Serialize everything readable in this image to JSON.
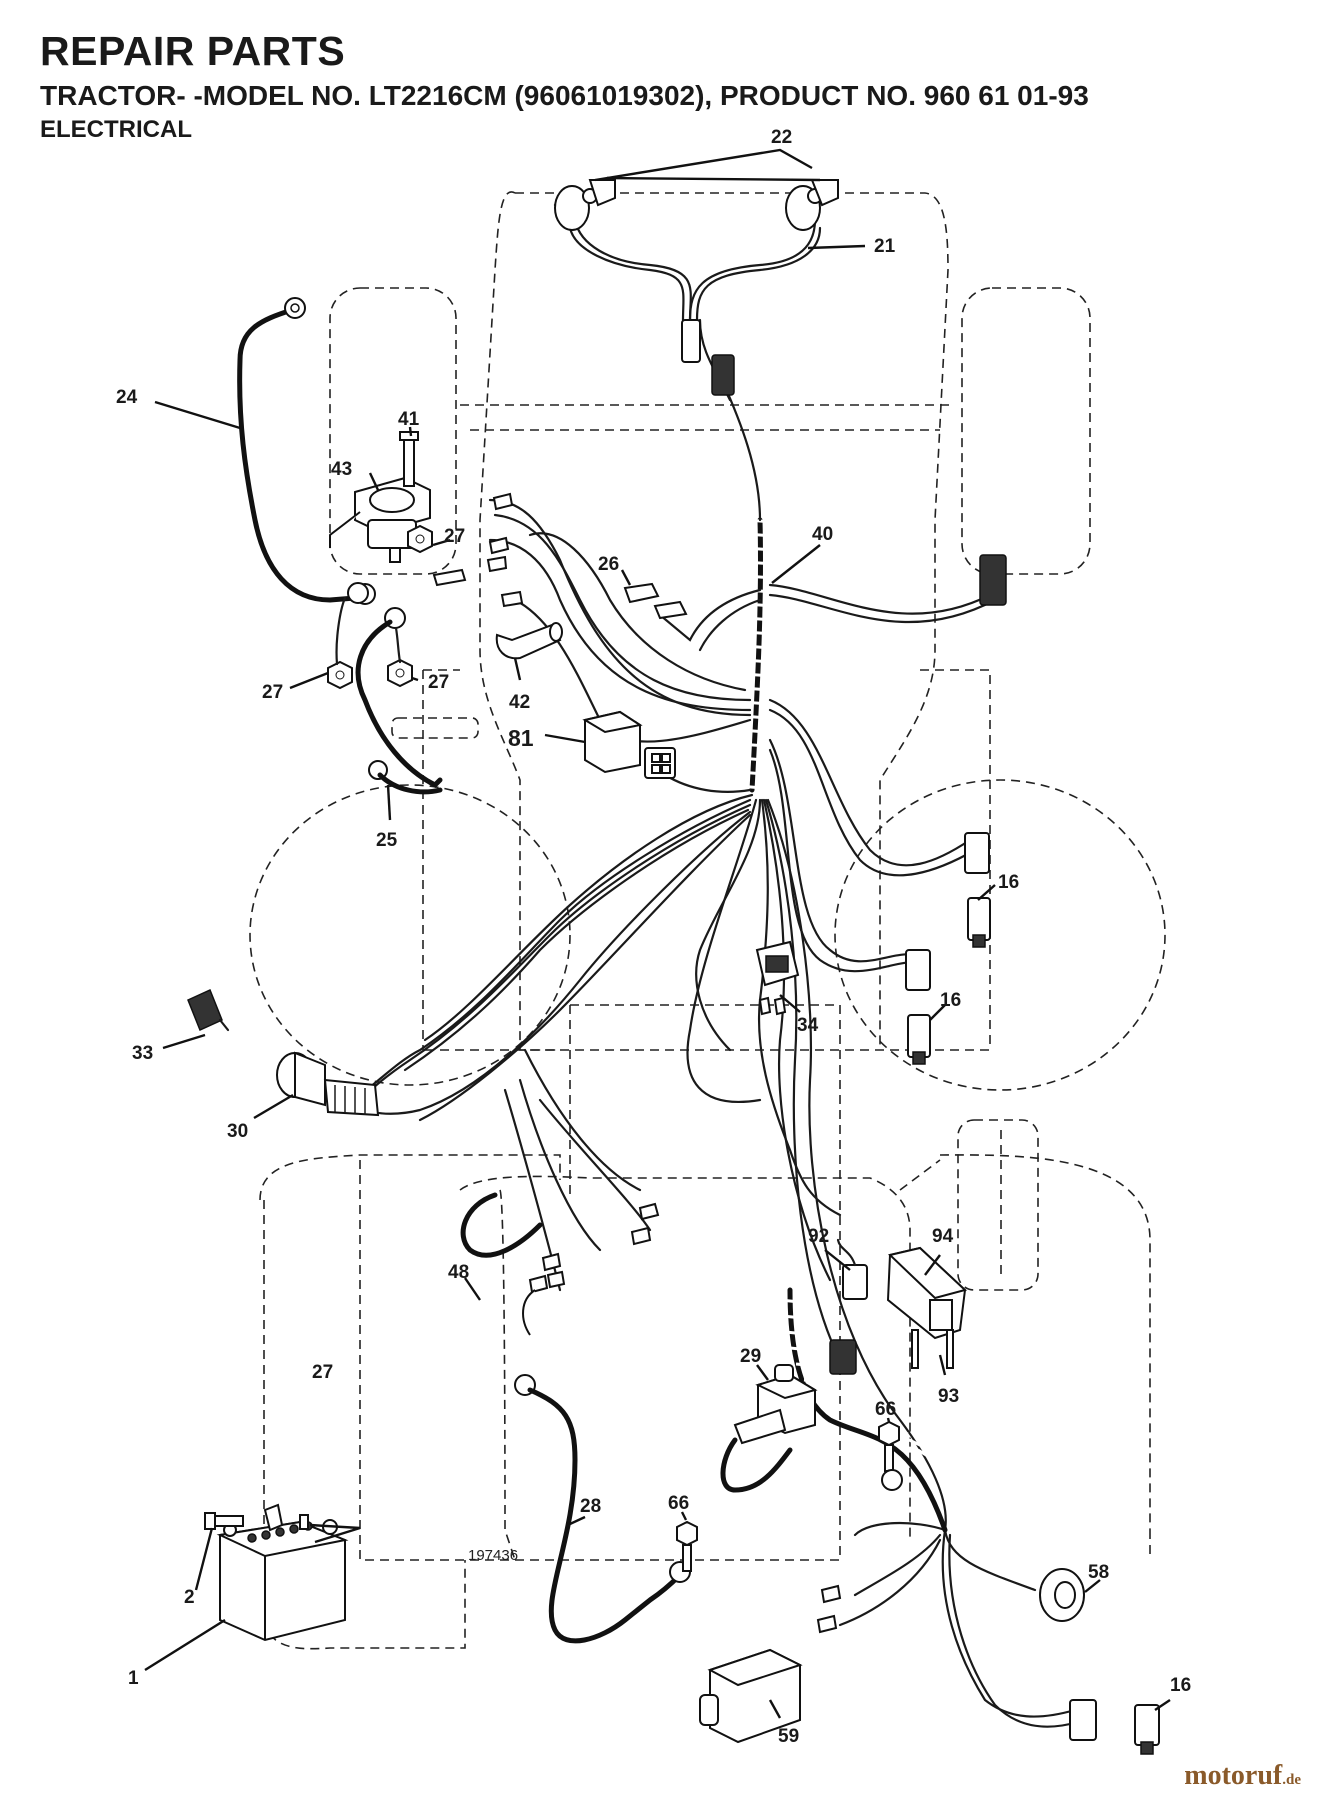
{
  "header": {
    "title": "REPAIR PARTS",
    "subtitle": "TRACTOR- -MODEL NO. LT2216CM (96061019302), PRODUCT NO. 960 61 01-93",
    "section": "ELECTRICAL"
  },
  "diagram": {
    "reference_number": "197436",
    "callouts": [
      "22",
      "21",
      "24",
      "41",
      "43",
      "27",
      "27",
      "27",
      "27",
      "40",
      "26",
      "42",
      "81",
      "25",
      "16",
      "16",
      "34",
      "33",
      "30",
      "48",
      "92",
      "94",
      "93",
      "29",
      "66",
      "66",
      "28",
      "58",
      "2",
      "1",
      "59",
      "16"
    ]
  },
  "watermark": {
    "brand": "motoruf",
    "tld": ".de"
  }
}
